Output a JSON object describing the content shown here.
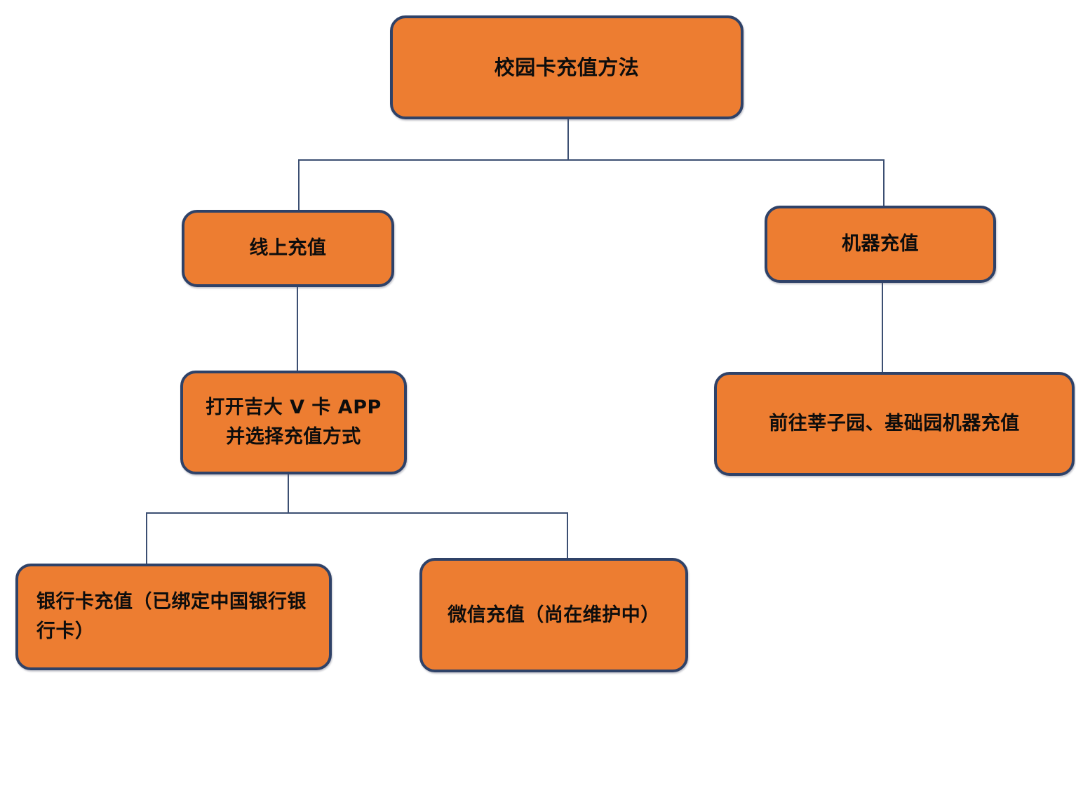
{
  "diagram": {
    "title": "校园卡充值方法",
    "type": "flowchart",
    "background_color": "#FFFFFF",
    "node_fill_color": "#ED7D31",
    "node_border_color": "#2F4268",
    "connector_color": "#3C4F72",
    "text_color": "#0D0D0D"
  },
  "nodes": {
    "root": {
      "label": "校园卡充值方法",
      "level": 0
    },
    "online": {
      "label": "线上充值",
      "level": 1
    },
    "machine": {
      "label": "机器充值",
      "level": 1
    },
    "app": {
      "label": "打开吉大 V 卡 APP\n并选择充值方式",
      "level": 2
    },
    "onsite": {
      "label": "前往莘子园、基础园机器充值",
      "level": 2
    },
    "bank": {
      "label": "银行卡充值（已绑定中国银行银行卡）",
      "level": 3
    },
    "wechat": {
      "label": "微信充值（尚在维护中）",
      "level": 3
    }
  },
  "edges": [
    {
      "from": "root",
      "to": "online"
    },
    {
      "from": "root",
      "to": "machine"
    },
    {
      "from": "online",
      "to": "app"
    },
    {
      "from": "machine",
      "to": "onsite"
    },
    {
      "from": "app",
      "to": "bank"
    },
    {
      "from": "app",
      "to": "wechat"
    }
  ]
}
